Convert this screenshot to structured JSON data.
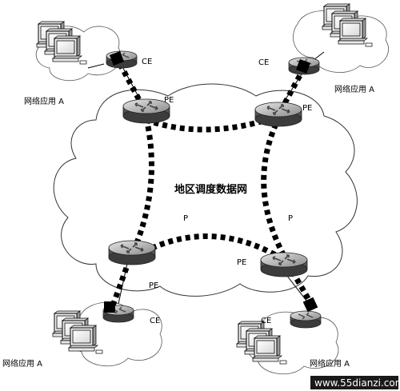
{
  "network": {
    "title": "地区调度数据网",
    "label_p": "P",
    "label_pe": "PE",
    "label_ce": "CE",
    "label_app": "网络应用 A"
  },
  "watermark": {
    "text": "www.55dianzi.com"
  }
}
